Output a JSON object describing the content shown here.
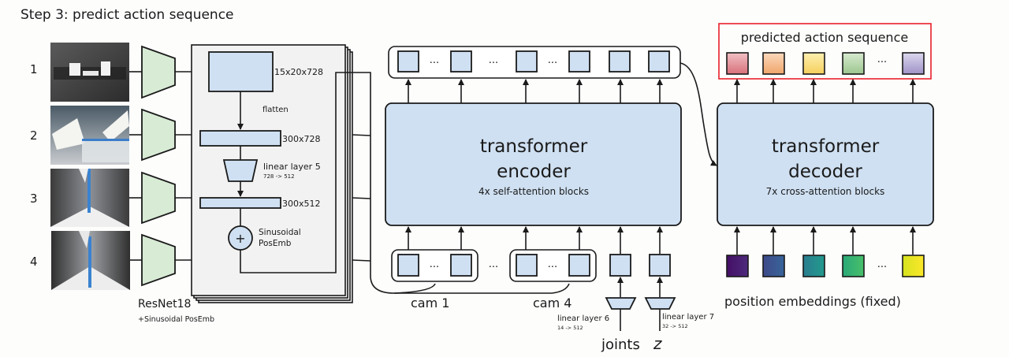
{
  "title": "Step 3: predict action sequence",
  "cameras": {
    "labels": [
      "1",
      "2",
      "3",
      "4"
    ],
    "backbone_label": "ResNet18",
    "backbone_sublabel": "+Sinusoidal PosEmb"
  },
  "feature_stack": {
    "feature_map_dim": "15x20x728",
    "flatten_label": "flatten",
    "flat_dim": "300x728",
    "linear_label": "linear layer 5",
    "linear_sub": "728 -> 512",
    "proj_dim": "300x512",
    "plus_symbol": "+",
    "posemb_line1": "Sinusoidal",
    "posemb_line2": "PosEmb"
  },
  "encoder": {
    "title_line1": "transformer",
    "title_line2": "encoder",
    "subtitle": "4x self-attention blocks",
    "ellipsis": "···",
    "cam1_label": "cam 1",
    "cam4_label": "cam 4",
    "joints_linear_label": "linear layer 6",
    "joints_linear_sub": "14 -> 512",
    "z_linear_label": "linear layer 7",
    "z_linear_sub": "32 -> 512",
    "joints_label": "joints",
    "z_label": "z"
  },
  "decoder": {
    "title_line1": "transformer",
    "title_line2": "decoder",
    "subtitle": "7x cross-attention blocks",
    "output_label": "predicted action sequence",
    "output_box_color": "#e8202a",
    "action_colors": [
      [
        "#f0c0c4",
        "#d9707a"
      ],
      [
        "#fbd9bd",
        "#f0a56a"
      ],
      [
        "#fdf0b0",
        "#f5cf5c"
      ],
      [
        "#d7ead0",
        "#9cc68e"
      ],
      [
        "#dcd8ee",
        "#9f92c8"
      ]
    ],
    "posemb_label": "position embeddings (fixed)",
    "posemb_colors": [
      [
        "#440f66",
        "#4d2a7c"
      ],
      [
        "#3e4a8a",
        "#38649a"
      ],
      [
        "#2a7d8e",
        "#229a8d"
      ],
      [
        "#2aa878",
        "#48c06a"
      ],
      [
        "#d5e21f",
        "#fce82a"
      ]
    ],
    "ellipsis": "···"
  }
}
